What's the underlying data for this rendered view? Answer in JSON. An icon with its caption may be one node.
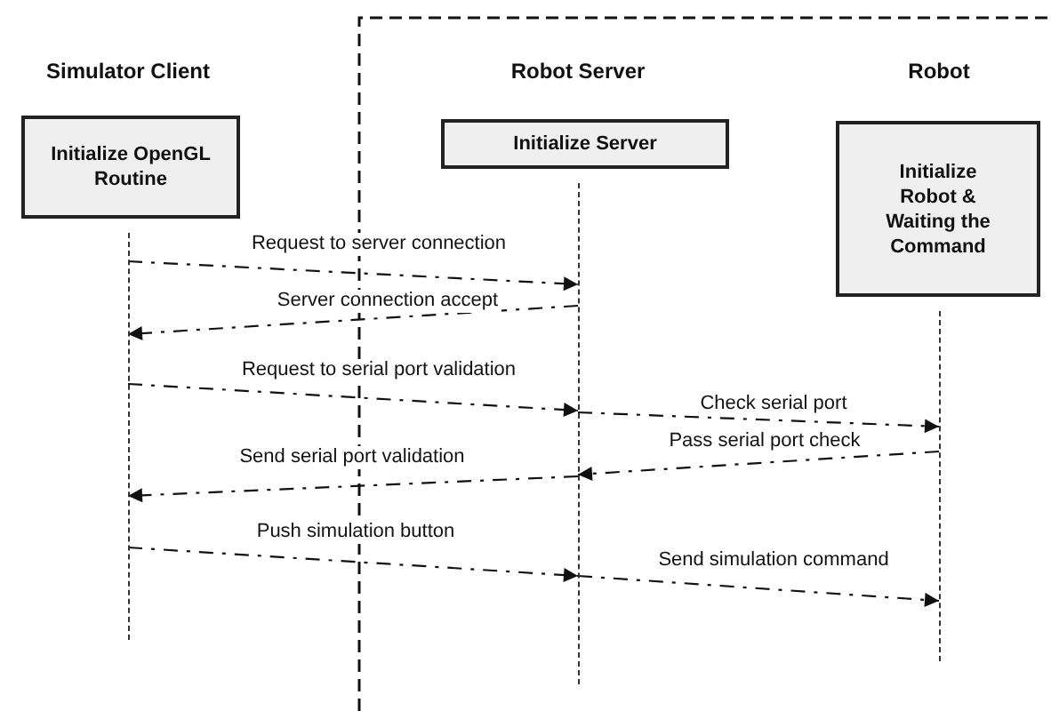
{
  "diagram": {
    "nodes": [
      {
        "text": [
          "Initialize OpenGL Routine"
        ],
        "beside": [
          "Simulator Client"
        ]
      },
      {
        "text": [
          "Initialize Server"
        ],
        "beside": [
          "Robot Server"
        ]
      },
      {
        "text": [
          "Initialize Robot & Waiting the Command"
        ],
        "beside": [
          "Robot"
        ]
      },
      {
        "text": [],
        "shape": "bar"
      },
      {
        "text": [],
        "shape": "bar"
      },
      {
        "text": [],
        "shape": "bar"
      }
    ],
    "edges": [
      {
        "from": 3,
        "to": 4,
        "arrow": "to",
        "label": "Request to server connection",
        "style": "dashed"
      },
      {
        "from": 4,
        "to": 3,
        "arrow": "to",
        "label": "Server connection accept",
        "style": "dashed"
      },
      {
        "from": 3,
        "to": 4,
        "arrow": "to",
        "label": "Request to serial port validation",
        "style": "dashed"
      },
      {
        "from": 4,
        "to": 5,
        "arrow": "to",
        "label": "Check serial port",
        "style": "dashed"
      },
      {
        "from": 5,
        "to": 4,
        "arrow": "to",
        "label": "Pass serial port check",
        "style": "dashed"
      },
      {
        "from": 4,
        "to": 3,
        "arrow": "to",
        "label": "Send serial port validation",
        "style": "dashed"
      },
      {
        "from": 3,
        "to": 4,
        "arrow": "to",
        "label": "Push simulation button",
        "style": "dashed"
      },
      {
        "from": 4,
        "to": 5,
        "arrow": "to",
        "label": "Send simulation command",
        "style": "dashed"
      }
    ]
  }
}
